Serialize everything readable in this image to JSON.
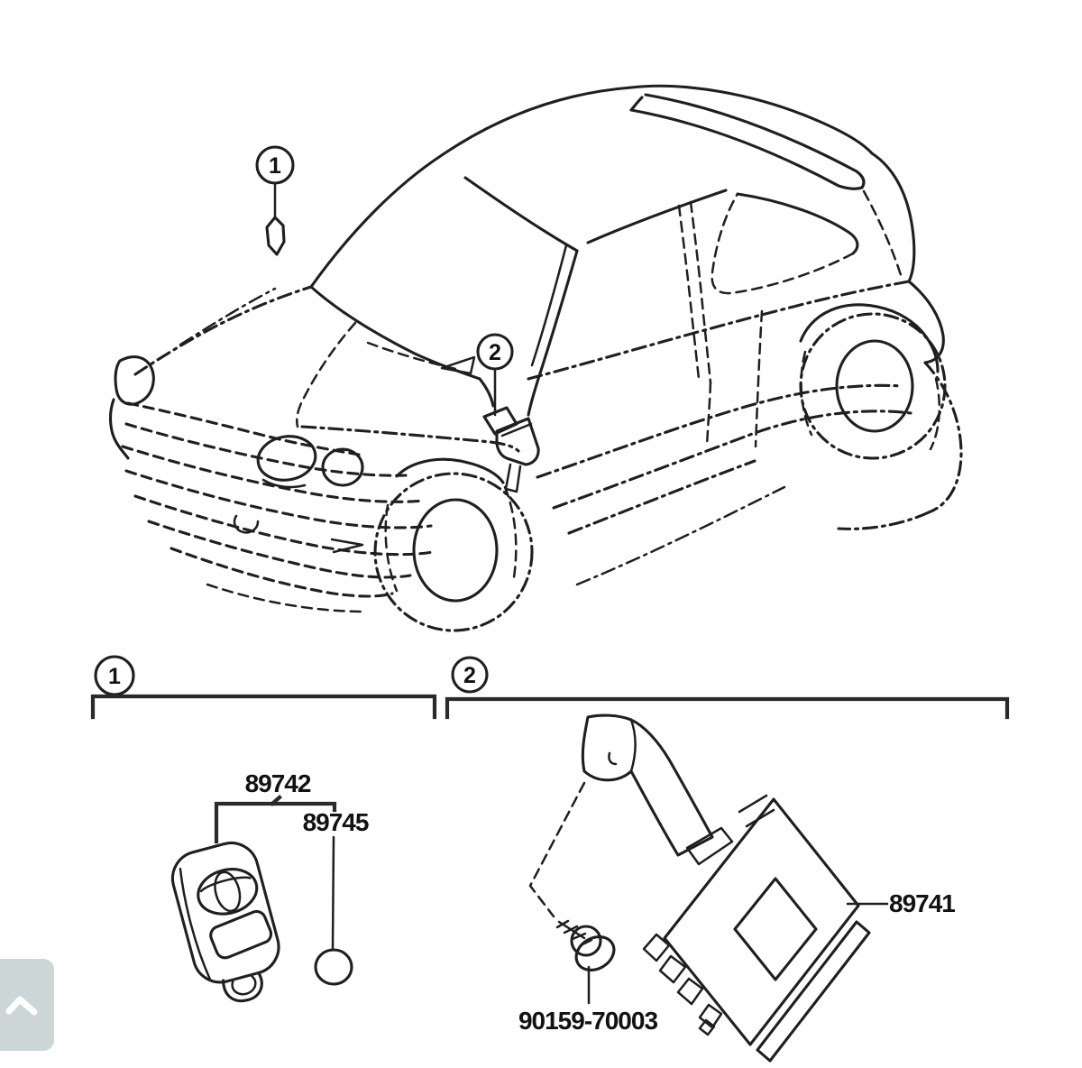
{
  "figure": {
    "type": "vehicle-parts-diagram",
    "callouts": {
      "c1": "1",
      "c2": "2"
    },
    "groups": {
      "g1": {
        "label": "1",
        "parts": {
          "transmitter": "89742",
          "battery": "89745"
        }
      },
      "g2": {
        "label": "2",
        "parts": {
          "receiver": "89741",
          "screw": "90159-70003"
        }
      }
    }
  },
  "colors": {
    "background": "#ffffff",
    "line": "#1f1f1f",
    "scroll_button_bg": "#ccd6d6",
    "scroll_button_icon": "#ffffff"
  },
  "controls": {
    "scroll_top_icon": "chevron-up"
  }
}
